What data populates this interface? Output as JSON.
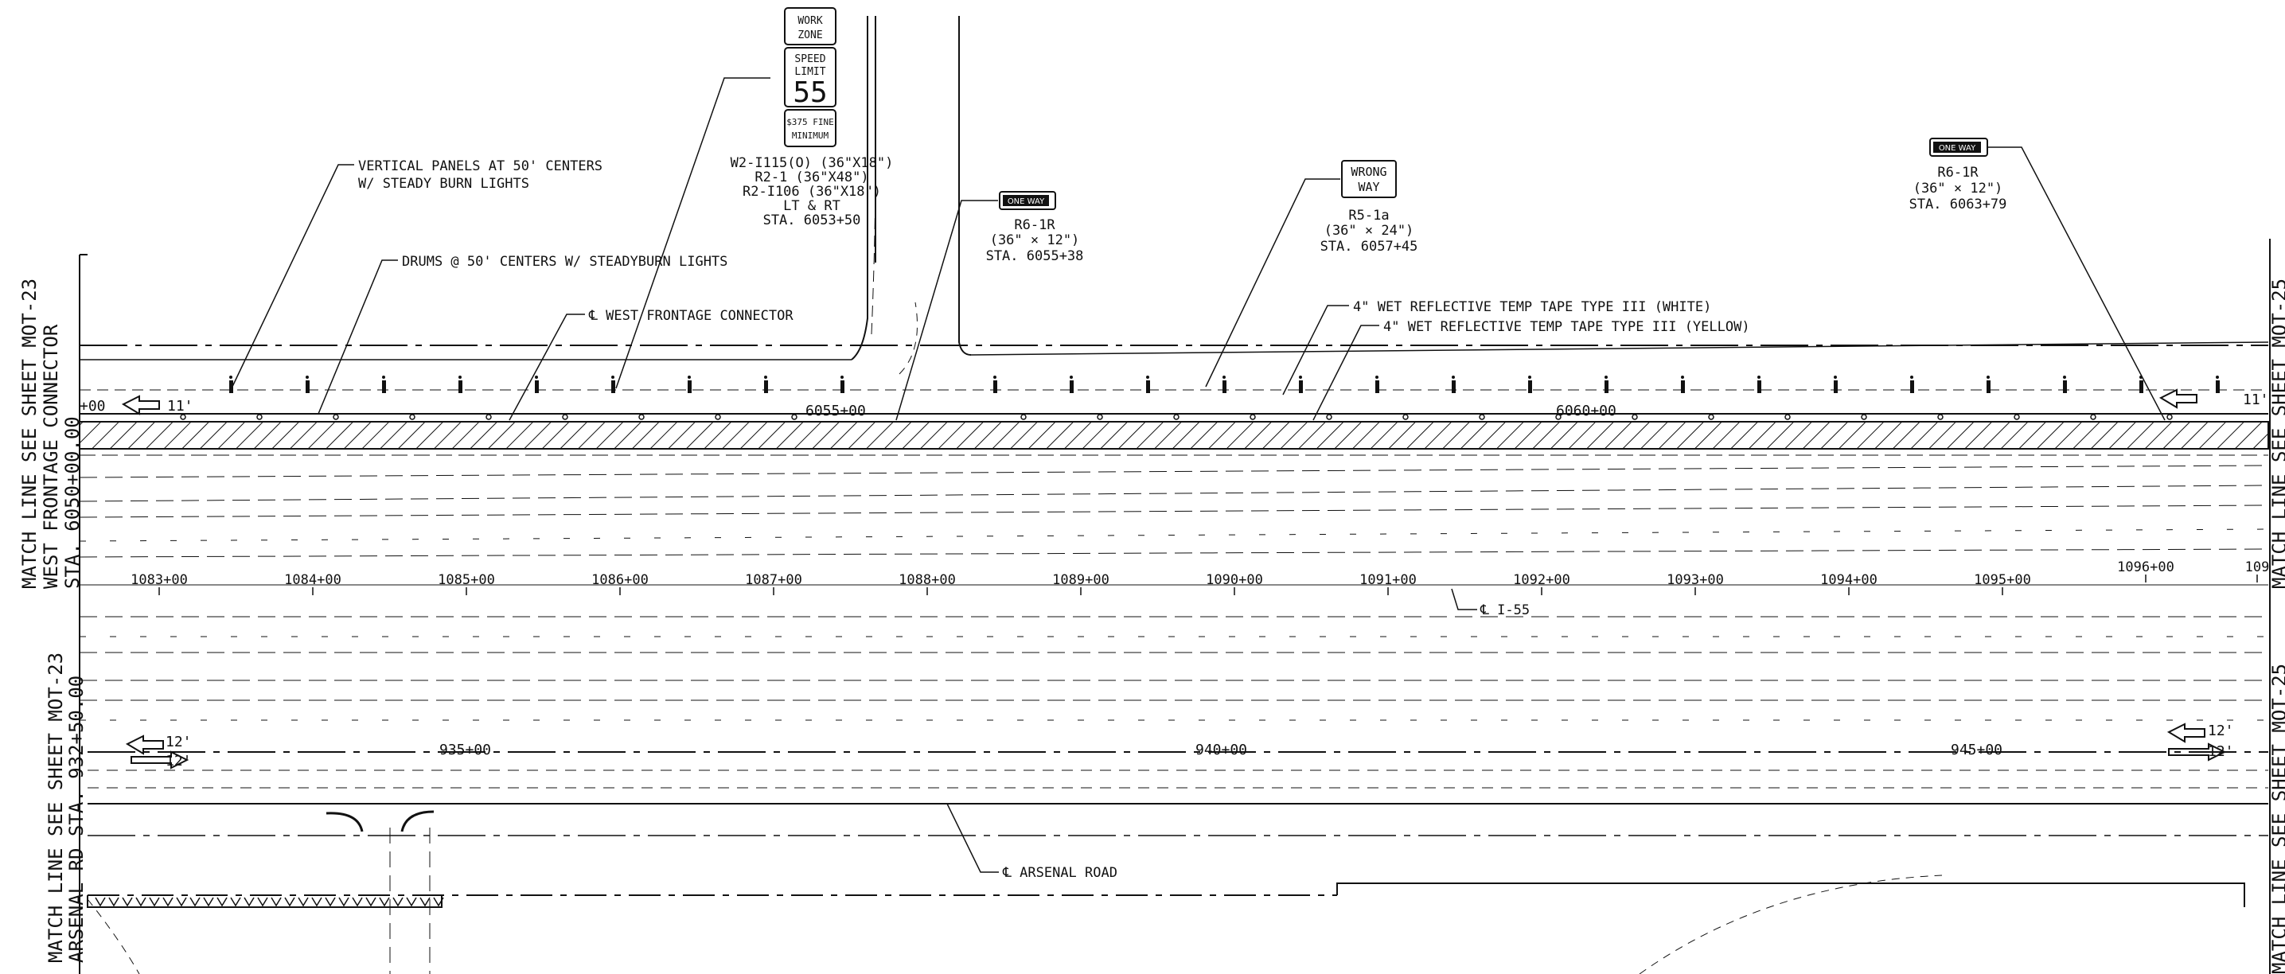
{
  "match_lines": {
    "left_top": [
      "MATCH LINE  SEE SHEET MOT-23",
      "WEST FRONTAGE CONNECTOR",
      "STA. 6050+00.00"
    ],
    "left_bottom": [
      "MATCH LINE  SEE SHEET MOT-23",
      "ARSENAL RD STA. 932+50.00"
    ],
    "right_top": "MATCH LINE  SEE SHEET MOT-25",
    "right_bottom": "MATCH LINE  SEE SHEET MOT-25"
  },
  "callouts": {
    "vertical_panels": [
      "VERTICAL PANELS AT 50' CENTERS",
      "W/ STEADY BURN LIGHTS"
    ],
    "drums": "DRUMS @ 50' CENTERS W/ STEADYBURN LIGHTS",
    "west_frontage_cl": "℄ WEST FRONTAGE CONNECTOR",
    "tape_white": "4\" WET REFLECTIVE TEMP TAPE TYPE III (WHITE)",
    "tape_yellow": "4\" WET REFLECTIVE TEMP TAPE TYPE III (YELLOW)",
    "i55_cl": "℄ I-55",
    "arsenal_cl": "℄ ARSENAL ROAD"
  },
  "sign_assembly_1": {
    "work_zone": [
      "WORK",
      "ZONE"
    ],
    "speed_limit": [
      "SPEED",
      "LIMIT"
    ],
    "speed_value": "55",
    "fine": [
      "$375 FINE",
      "MINIMUM"
    ],
    "label": [
      "W2-I115(O) (36\"X18\")",
      "R2-1 (36\"X48\")",
      "R2-I106 (36\"X18\")",
      "LT & RT",
      "STA. 6053+50"
    ]
  },
  "sign_assembly_2": {
    "plate": "ONE WAY",
    "label": [
      "R6-1R",
      "(36\" × 12\")",
      "STA. 6055+38"
    ]
  },
  "sign_assembly_3": {
    "plate": [
      "WRONG",
      "WAY"
    ],
    "label": [
      "R5-1a",
      "(36\" × 24\")",
      "STA. 6057+45"
    ]
  },
  "sign_assembly_4": {
    "plate": "ONE WAY",
    "label": [
      "R6-1R",
      "(36\" × 12\")",
      "STA. 6063+79"
    ]
  },
  "frontage_stations": [
    "6055+00",
    "6060+00"
  ],
  "frontage_partial_left": "+00",
  "lane_widths": {
    "frontage_left": "11'",
    "frontage_right": "11'",
    "arsenal_left_1": "12'",
    "arsenal_left_2": "12'",
    "arsenal_right_1": "12'",
    "arsenal_right_2": "12'"
  },
  "i55_stations": [
    "1083+00",
    "1084+00",
    "1085+00",
    "1086+00",
    "1087+00",
    "1088+00",
    "1089+00",
    "1090+00",
    "1091+00",
    "1092+00",
    "1093+00",
    "1094+00",
    "1095+00",
    "1096+00",
    "109"
  ],
  "arsenal_stations": [
    "935+00",
    "940+00",
    "945+00"
  ]
}
